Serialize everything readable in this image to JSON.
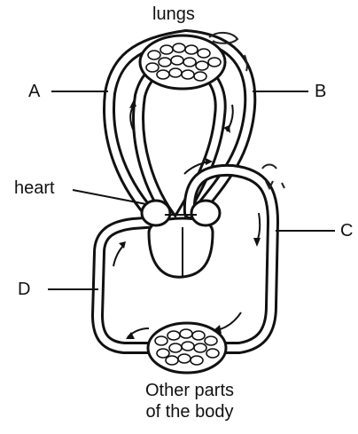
{
  "labels": {
    "lungs": "lungs",
    "heart": "heart",
    "a": "A",
    "b": "B",
    "c": "C",
    "d": "D",
    "body_line1": "Other parts",
    "body_line2": "of the body"
  }
}
